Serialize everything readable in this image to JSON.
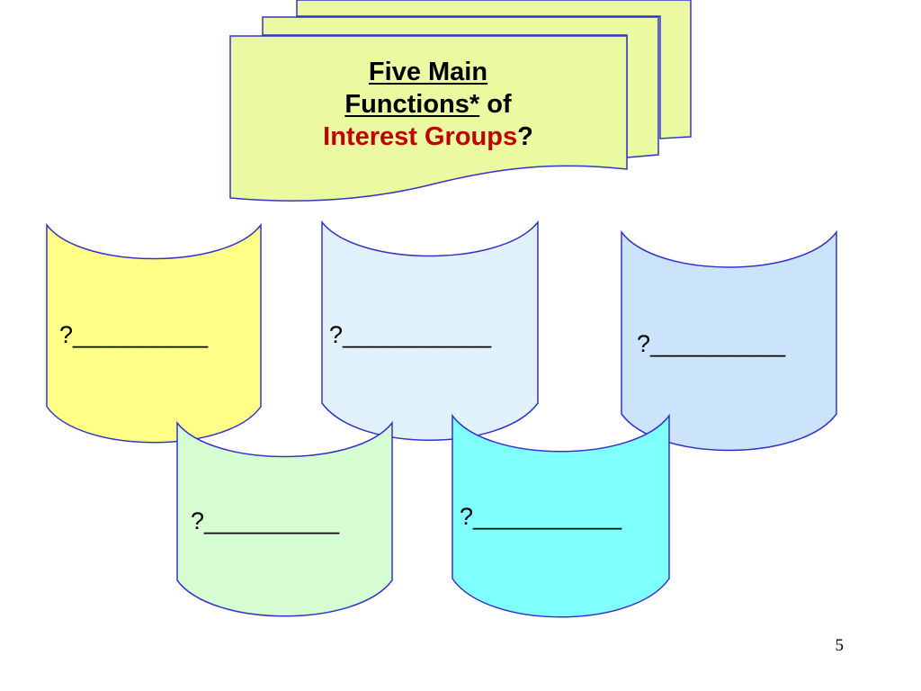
{
  "title": {
    "line1": "Five Main",
    "line2_underlined": "Functions*",
    "line2_rest": " of",
    "line3_red": "Interest Groups",
    "line3_end": "?"
  },
  "colors": {
    "title_highlight": "#c00000",
    "sheet_fill": "#ebfaa0",
    "outline": "#3333cc",
    "cyl_yellow": "#ffff88",
    "cyl_lightblue": "#e2f2fc",
    "cyl_blue": "#cce4fb",
    "cyl_green": "#d6fcd2",
    "cyl_cyan": "#80ffff"
  },
  "blanks": [
    {
      "label": "?__________"
    },
    {
      "label": "?___________"
    },
    {
      "label": "?__________"
    },
    {
      "label": "?__________"
    },
    {
      "label": "?___________"
    }
  ],
  "page_number": "5"
}
